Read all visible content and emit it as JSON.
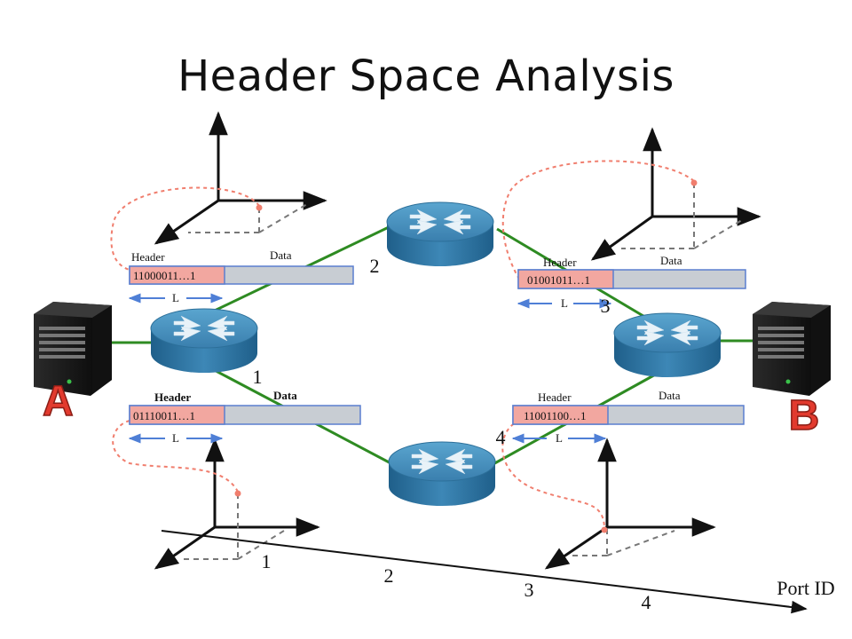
{
  "title": "Header Space Analysis",
  "hosts": {
    "a": "A",
    "b": "B"
  },
  "packets": {
    "top_left": {
      "header_label": "Header",
      "data_label": "Data",
      "bits": "11000011…1",
      "length": "L"
    },
    "top_right": {
      "header_label": "Header",
      "data_label": "Data",
      "bits": "01001011…1",
      "length": "L"
    },
    "bottom_left": {
      "header_label": "Header",
      "data_label": "Data",
      "bits": "01110011…1",
      "length": "L"
    },
    "bottom_right": {
      "header_label": "Header",
      "data_label": "Data",
      "bits": "11001100…1",
      "length": "L"
    }
  },
  "port_numbers": {
    "p1": "1",
    "p2": "2",
    "p3": "3",
    "p4": "4"
  },
  "port_axis": {
    "label": "Port ID",
    "ticks": [
      "1",
      "2",
      "3",
      "4"
    ]
  },
  "colors": {
    "link": "#2e8b22",
    "router": "#3f86b0",
    "header_fill": "#f2a7a0",
    "data_fill": "#c8cdd3",
    "packet_border": "#5a7fcf",
    "curve": "#f07e6e",
    "host_label": "#e23a2e"
  },
  "icons": [
    "router-icon",
    "server-icon",
    "axis-3d-icon",
    "dashed-curve-icon"
  ]
}
